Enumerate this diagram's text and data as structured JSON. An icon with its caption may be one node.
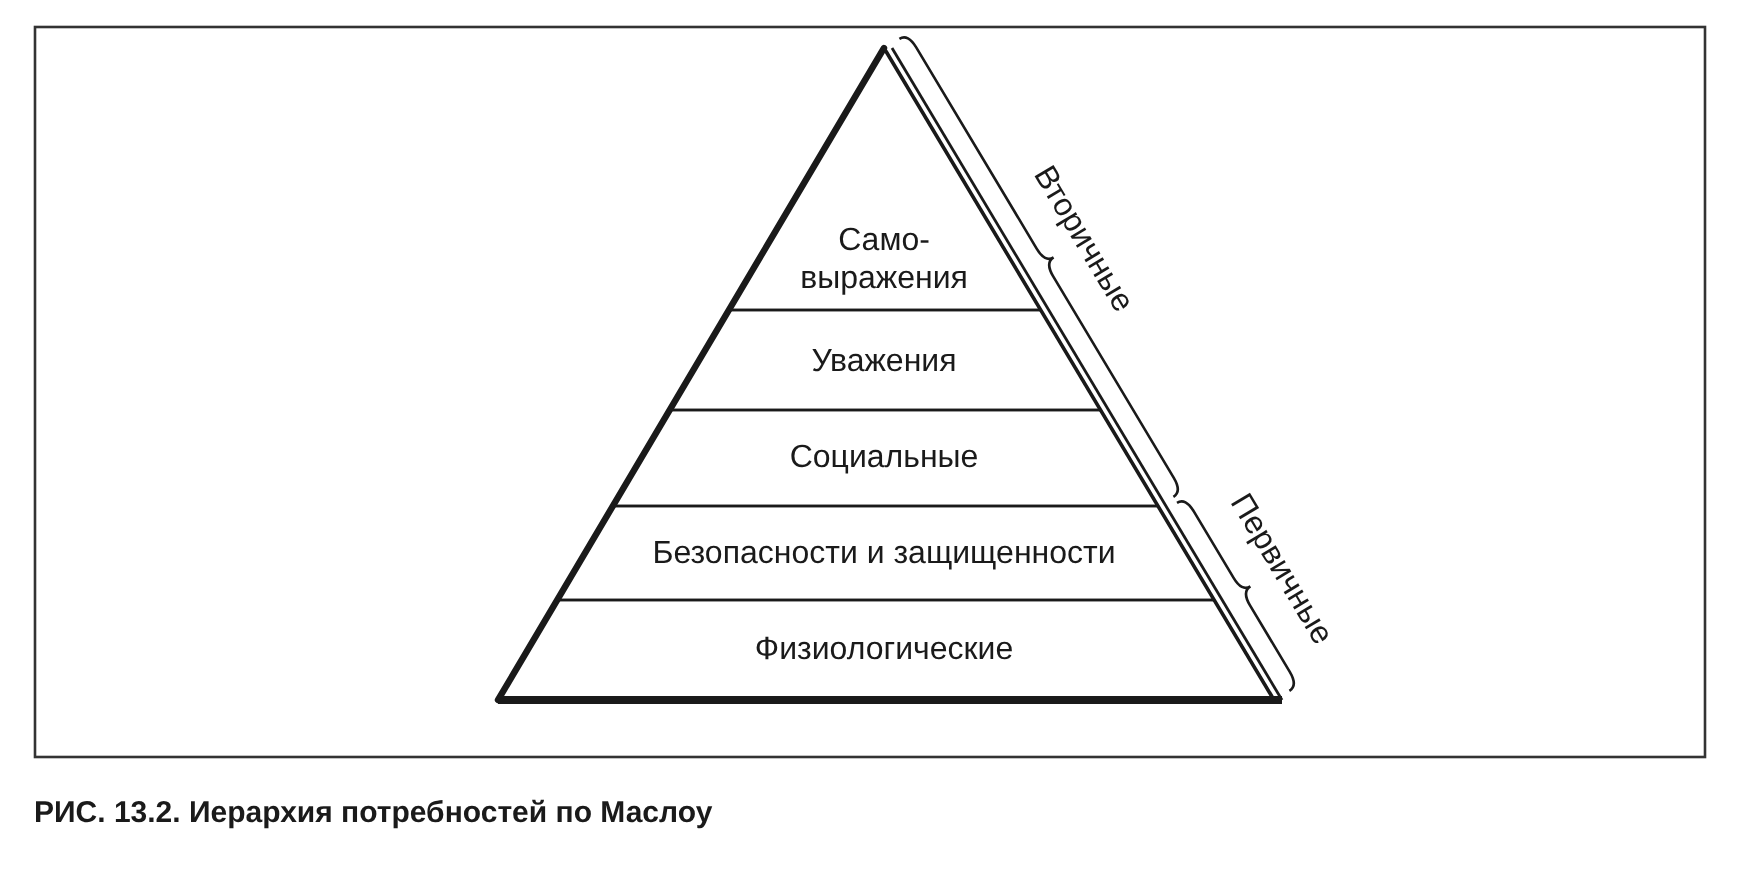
{
  "diagram": {
    "caption": "РИС. 13.2. Иерархия потребностей по Маслоу",
    "nodes": [
      {
        "text": [
          "Само- выражения"
        ]
      },
      {
        "text": [
          "Уважения"
        ]
      },
      {
        "text": [
          "Социальные"
        ]
      },
      {
        "text": [
          "Безопасности и защищенности"
        ]
      },
      {
        "text": [
          "Физиологические"
        ]
      }
    ],
    "labels": [
      "Вторичные",
      "Первичные"
    ]
  }
}
